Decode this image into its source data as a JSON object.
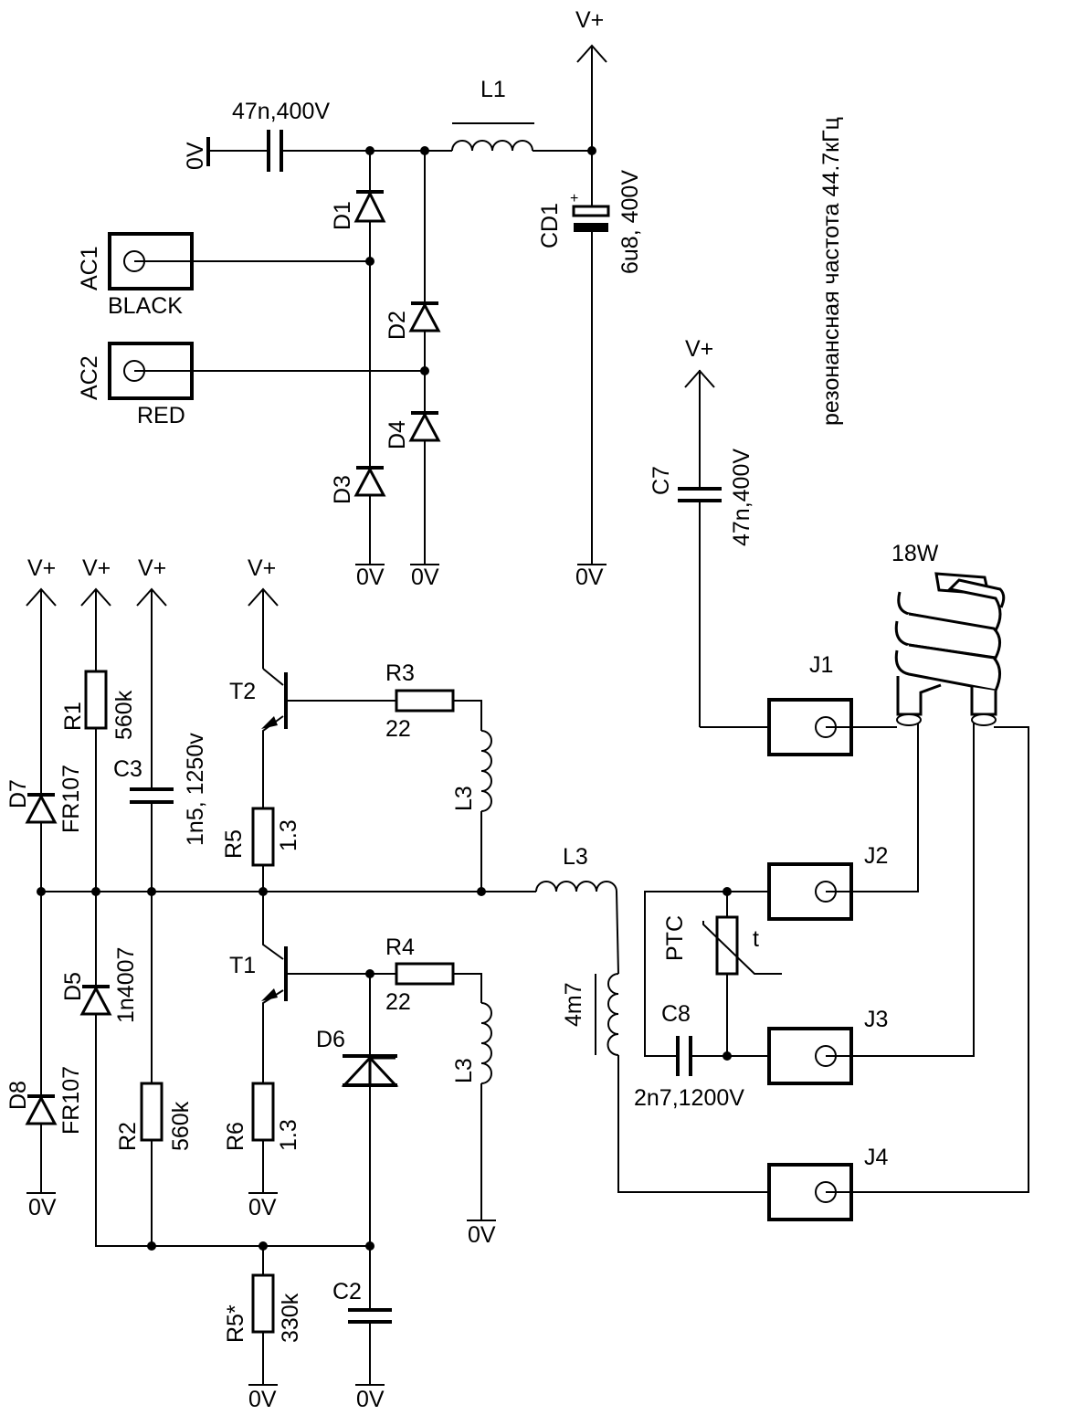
{
  "diagram": {
    "title": "",
    "note": "резонансная частота 44.7кГц",
    "supply": {
      "rail": "V+",
      "ground": "0V"
    },
    "components": {
      "C_in": {
        "value": "47n,400V"
      },
      "L1": {
        "ref": "L1"
      },
      "CD1": {
        "ref": "CD1",
        "value": "6u8, 400V",
        "polarity": "+"
      },
      "D1": {
        "ref": "D1"
      },
      "D2": {
        "ref": "D2"
      },
      "D3": {
        "ref": "D3"
      },
      "D4": {
        "ref": "D4"
      },
      "AC1": {
        "ref": "AC1",
        "label": "BLACK"
      },
      "AC2": {
        "ref": "AC2",
        "label": "RED"
      },
      "C7": {
        "ref": "C7",
        "value": "47n,400V"
      },
      "lamp": {
        "value": "18W"
      },
      "J1": {
        "ref": "J1"
      },
      "J2": {
        "ref": "J2"
      },
      "J3": {
        "ref": "J3"
      },
      "J4": {
        "ref": "J4"
      },
      "PTC": {
        "ref": "PTC",
        "symbol": "t"
      },
      "C8": {
        "ref": "C8",
        "value": "2n7,1200V"
      },
      "L3_main": {
        "ref": "L3",
        "value": "4m7"
      },
      "L3_top": {
        "ref": "L3"
      },
      "L3_bottom": {
        "ref": "L3"
      },
      "T1": {
        "ref": "T1"
      },
      "T2": {
        "ref": "T2"
      },
      "R1": {
        "ref": "R1",
        "value": "560k"
      },
      "R2": {
        "ref": "R2",
        "value": "560k"
      },
      "R3": {
        "ref": "R3",
        "value": "22"
      },
      "R4": {
        "ref": "R4",
        "value": "22"
      },
      "R5": {
        "ref": "R5",
        "value": "1.3"
      },
      "R6": {
        "ref": "R6",
        "value": "1.3"
      },
      "R5s": {
        "ref": "R5*",
        "value": "330k"
      },
      "C2": {
        "ref": "C2"
      },
      "C3": {
        "ref": "C3",
        "value": "1n5, 1250v"
      },
      "D5": {
        "ref": "D5",
        "value": "1n4007"
      },
      "D6": {
        "ref": "D6"
      },
      "D7": {
        "ref": "D7",
        "value": "FR107"
      },
      "D8": {
        "ref": "D8",
        "value": "FR107"
      }
    }
  }
}
